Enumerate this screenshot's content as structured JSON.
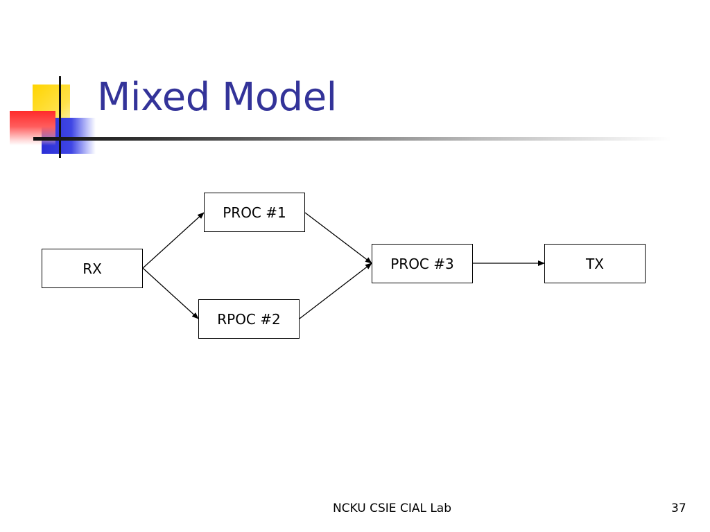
{
  "slide": {
    "title": "Mixed Model",
    "footer": "NCKU CSIE CIAL Lab",
    "page_number": "37"
  },
  "diagram": {
    "nodes": [
      {
        "id": "rx",
        "label": "RX"
      },
      {
        "id": "proc1",
        "label": "PROC #1"
      },
      {
        "id": "rpoc2",
        "label": "RPOC #2"
      },
      {
        "id": "proc3",
        "label": "PROC #3"
      },
      {
        "id": "tx",
        "label": "TX"
      }
    ],
    "edges": [
      {
        "from": "rx",
        "to": "proc1"
      },
      {
        "from": "rx",
        "to": "rpoc2"
      },
      {
        "from": "proc1",
        "to": "proc3"
      },
      {
        "from": "rpoc2",
        "to": "proc3"
      },
      {
        "from": "proc3",
        "to": "tx"
      }
    ]
  },
  "colors": {
    "title": "#333399",
    "logo_yellow": "#ffd400",
    "logo_red": "#ff2a2a",
    "logo_blue": "#2b2fd6"
  }
}
